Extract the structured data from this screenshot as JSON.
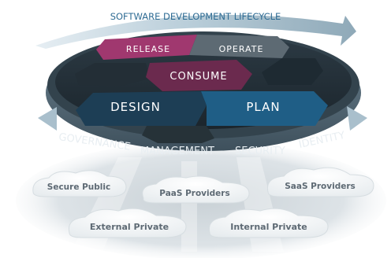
{
  "title": "SOFTWARE DEVELOPMENT LIFECYCLE",
  "segments": {
    "release": "RELEASE",
    "operate": "OPERATE",
    "consume": "CONSUME",
    "design": "DESIGN",
    "plan": "PLAN"
  },
  "rim_labels": {
    "governance": "GOVERNANCE",
    "management": "MANAGEMENT",
    "security": "SECURITY",
    "identity": "IDENTITY"
  },
  "clouds": {
    "secure_public": "Secure Public",
    "paas_providers": "PaaS Providers",
    "saas_providers": "SaaS Providers",
    "external_private": "External Private",
    "internal_private": "Internal Private"
  },
  "colors": {
    "release": "#a0386f",
    "operate": "#5d6a73",
    "consume": "#6b2a4e",
    "design": "#1d3e55",
    "plan": "#1f5e86",
    "rim": "#4f6472",
    "arrow": "#a9bfcc"
  }
}
